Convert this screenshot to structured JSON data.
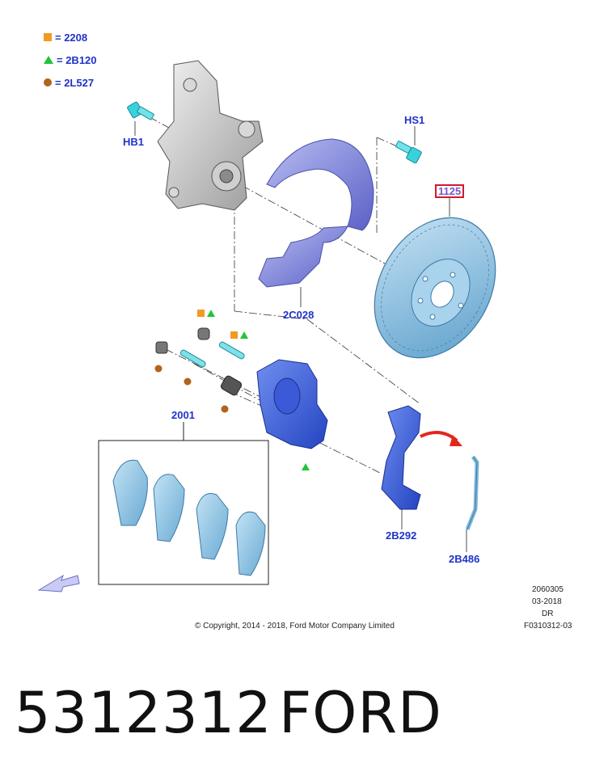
{
  "legend": [
    {
      "symbol": "orange-square",
      "color": "#f39a21",
      "text": "= 2208"
    },
    {
      "symbol": "green-triangle",
      "color": "#23c43a",
      "text": "= 2B120"
    },
    {
      "symbol": "brown-circle",
      "color": "#b0641c",
      "text": "= 2L527"
    }
  ],
  "callouts": {
    "hb1": "HB1",
    "hs1": "HS1",
    "rotor": "1125",
    "shield": "2C028",
    "pads": "2001",
    "bracket": "2B292",
    "clip": "2B486"
  },
  "footer": {
    "copyright": "© Copyright, 2014 - 2018, Ford Motor Company Limited",
    "code1": "2060305",
    "date": "03-2018",
    "code2": "DR",
    "figure": "F0310312-03"
  },
  "part_number": "5312312",
  "brand": "FORD",
  "colors": {
    "label_blue": "#1f33c8",
    "highlight_red": "#d21a2a",
    "part_blue": "#3f6ae0",
    "rotor_blue": "#8ec3e6",
    "pad_blue": "#9ccde9",
    "shield_purple": "#8a8ee0",
    "bolt_cyan": "#38d2dc"
  }
}
